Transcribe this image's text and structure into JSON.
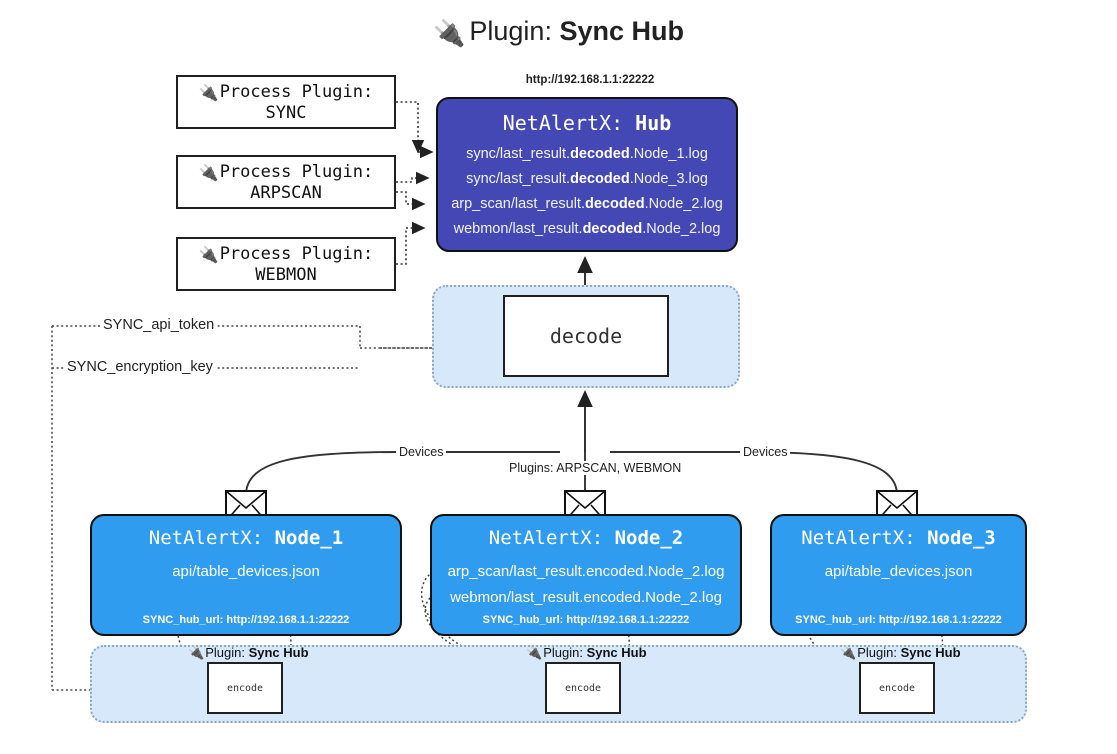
{
  "title": {
    "prefix": "Plugin: ",
    "name": "Sync Hub",
    "icon": "plug-icon"
  },
  "process_plugins": [
    {
      "label": "Process Plugin:",
      "name": "SYNC"
    },
    {
      "label": "Process Plugin:",
      "name": "ARPSCAN"
    },
    {
      "label": "Process Plugin:",
      "name": "WEBMON"
    }
  ],
  "hub": {
    "url": "http://192.168.1.1:22222",
    "title_prefix": "NetAlertX: ",
    "title_name": "Hub",
    "logs": [
      {
        "pre": "sync/last_result.",
        "em": "decoded",
        "post": ".Node_1.log"
      },
      {
        "pre": "sync/last_result.",
        "em": "decoded",
        "post": ".Node_3.log"
      },
      {
        "pre": "arp_scan/last_result.",
        "em": "decoded",
        "post": ".Node_2.log"
      },
      {
        "pre": "webmon/last_result.",
        "em": "decoded",
        "post": ".Node_2.log"
      }
    ]
  },
  "decode": {
    "label": "decode"
  },
  "config_vars": [
    {
      "name": "SYNC_api_token"
    },
    {
      "name": "SYNC_encryption_key"
    }
  ],
  "edge_labels": {
    "devices_left": "Devices",
    "devices_right": "Devices",
    "plugins_center": "Plugins: ARPSCAN, WEBMON"
  },
  "nodes": [
    {
      "title_prefix": "NetAlertX: ",
      "title_name": "Node_1",
      "lines": [
        "api/table_devices.json"
      ],
      "hub_url": "SYNC_hub_url: http://192.168.1.1:22222",
      "icon": "envelope-icon"
    },
    {
      "title_prefix": "NetAlertX: ",
      "title_name": "Node_2",
      "lines": [
        "arp_scan/last_result.encoded.Node_2.log",
        "webmon/last_result.encoded.Node_2.log"
      ],
      "hub_url": "SYNC_hub_url: http://192.168.1.1:22222",
      "icon": "envelope-icon"
    },
    {
      "title_prefix": "NetAlertX: ",
      "title_name": "Node_3",
      "lines": [
        "api/table_devices.json"
      ],
      "hub_url": "SYNC_hub_url: http://192.168.1.1:22222",
      "icon": "envelope-icon"
    }
  ],
  "encoders": [
    {
      "plugin_prefix": "Plugin: ",
      "plugin_name": "Sync Hub",
      "label": "encode"
    },
    {
      "plugin_prefix": "Plugin: ",
      "plugin_name": "Sync Hub",
      "label": "encode"
    },
    {
      "plugin_prefix": "Plugin: ",
      "plugin_name": "Sync Hub",
      "label": "encode"
    }
  ],
  "colors": {
    "hub_fill": "#4348b4",
    "node_fill": "#2f9cef",
    "container_fill": "#d7e8fa",
    "stroke": "#202020"
  }
}
